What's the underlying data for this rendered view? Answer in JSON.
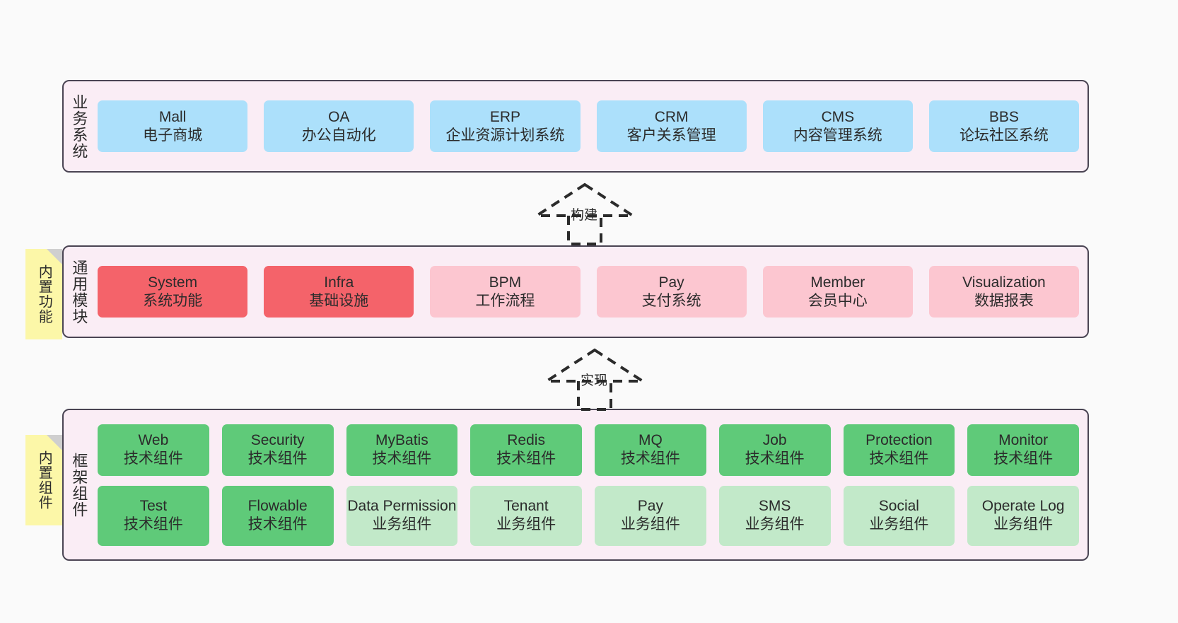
{
  "diagram": {
    "title": "业务系统 / 通用模块 / 框架组件 架构分层图",
    "background": "#fafafa",
    "panel_bg": "#faedf5",
    "panel_border": "#4a4453",
    "note_bg": "#fcf7a8",
    "note_fold": "#cfcfcf"
  },
  "layers": [
    {
      "key": "business",
      "label": "业务系统",
      "note": null,
      "rows": [
        {
          "cards": [
            {
              "name": "Mall",
              "sub": "电子商城",
              "color": "#ace0fb",
              "variant": "c-blue"
            },
            {
              "name": "OA",
              "sub": "办公自动化",
              "color": "#ace0fb",
              "variant": "c-blue"
            },
            {
              "name": "ERP",
              "sub": "企业资源计划系统",
              "color": "#ace0fb",
              "variant": "c-blue"
            },
            {
              "name": "CRM",
              "sub": "客户关系管理",
              "color": "#ace0fb",
              "variant": "c-blue"
            },
            {
              "name": "CMS",
              "sub": "内容管理系统",
              "color": "#ace0fb",
              "variant": "c-blue"
            },
            {
              "name": "BBS",
              "sub": "论坛社区系统",
              "color": "#ace0fb",
              "variant": "c-blue"
            }
          ]
        }
      ]
    },
    {
      "key": "common",
      "label": "通用模块",
      "note": "内置功能",
      "rows": [
        {
          "cards": [
            {
              "name": "System",
              "sub": "系统功能",
              "color": "#f4636a",
              "variant": "c-red"
            },
            {
              "name": "Infra",
              "sub": "基础设施",
              "color": "#f4636a",
              "variant": "c-red"
            },
            {
              "name": "BPM",
              "sub": "工作流程",
              "color": "#fcc6d0",
              "variant": "c-pink"
            },
            {
              "name": "Pay",
              "sub": "支付系统",
              "color": "#fcc6d0",
              "variant": "c-pink"
            },
            {
              "name": "Member",
              "sub": "会员中心",
              "color": "#fcc6d0",
              "variant": "c-pink"
            },
            {
              "name": "Visualization",
              "sub": "数据报表",
              "color": "#fcc6d0",
              "variant": "c-pink"
            }
          ]
        }
      ]
    },
    {
      "key": "framework",
      "label": "框架组件",
      "note": "内置组件",
      "rows": [
        {
          "cards": [
            {
              "name": "Web",
              "sub": "技术组件",
              "color": "#5fca79",
              "variant": "c-green"
            },
            {
              "name": "Security",
              "sub": "技术组件",
              "color": "#5fca79",
              "variant": "c-green"
            },
            {
              "name": "MyBatis",
              "sub": "技术组件",
              "color": "#5fca79",
              "variant": "c-green"
            },
            {
              "name": "Redis",
              "sub": "技术组件",
              "color": "#5fca79",
              "variant": "c-green"
            },
            {
              "name": "MQ",
              "sub": "技术组件",
              "color": "#5fca79",
              "variant": "c-green"
            },
            {
              "name": "Job",
              "sub": "技术组件",
              "color": "#5fca79",
              "variant": "c-green"
            },
            {
              "name": "Protection",
              "sub": "技术组件",
              "color": "#5fca79",
              "variant": "c-green"
            },
            {
              "name": "Monitor",
              "sub": "技术组件",
              "color": "#5fca79",
              "variant": "c-green"
            }
          ]
        },
        {
          "cards": [
            {
              "name": "Test",
              "sub": "技术组件",
              "color": "#5fca79",
              "variant": "c-green"
            },
            {
              "name": "Flowable",
              "sub": "技术组件",
              "color": "#5fca79",
              "variant": "c-green"
            },
            {
              "name": "Data Permission",
              "sub": "业务组件",
              "color": "#c2e9c9",
              "variant": "c-greenlight",
              "wrap": true
            },
            {
              "name": "Tenant",
              "sub": "业务组件",
              "color": "#c2e9c9",
              "variant": "c-greenlight"
            },
            {
              "name": "Pay",
              "sub": "业务组件",
              "color": "#c2e9c9",
              "variant": "c-greenlight"
            },
            {
              "name": "SMS",
              "sub": "业务组件",
              "color": "#c2e9c9",
              "variant": "c-greenlight"
            },
            {
              "name": "Social",
              "sub": "业务组件",
              "color": "#c2e9c9",
              "variant": "c-greenlight"
            },
            {
              "name": "Operate Log",
              "sub": "业务组件",
              "color": "#c2e9c9",
              "variant": "c-greenlight"
            }
          ]
        }
      ]
    }
  ],
  "connectors": [
    {
      "key": "build",
      "label": "构建",
      "from": "common",
      "to": "business"
    },
    {
      "key": "implement",
      "label": "实现",
      "from": "framework",
      "to": "common"
    }
  ]
}
